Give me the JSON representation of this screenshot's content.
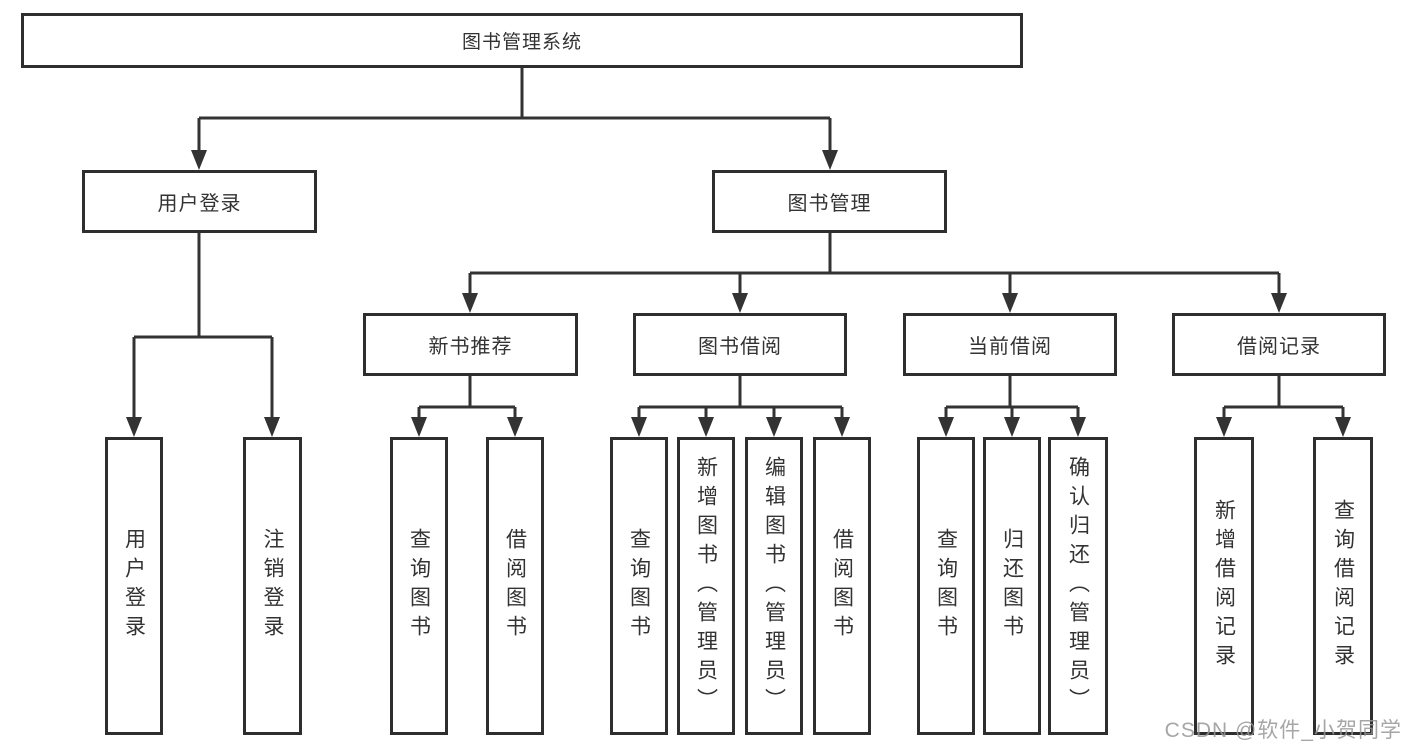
{
  "diagram": {
    "title": "图书管理系统",
    "nodes": {
      "root": "图书管理系统",
      "user_login": "用户登录",
      "book_mgmt": "图书管理",
      "login": "用户登录",
      "logout": "注销登录",
      "new_rec": "新书推荐",
      "borrow": "图书借阅",
      "current": "当前借阅",
      "records": "借阅记录",
      "nr_query": "查询图书",
      "nr_borrow": "借阅图书",
      "bb_query": "查询图书",
      "bb_add": "新增图书（管理员）",
      "bb_edit": "编辑图书（管理员）",
      "bb_borrow": "借阅图书",
      "cb_query": "查询图书",
      "cb_return": "归还图书",
      "cb_confirm": "确认归还（管理员）",
      "br_add": "新增借阅记录",
      "br_query": "查询借阅记录"
    },
    "structure": {
      "root": [
        "user_login",
        "book_mgmt"
      ],
      "user_login": [
        "login",
        "logout"
      ],
      "book_mgmt": [
        "new_rec",
        "borrow",
        "current",
        "records"
      ],
      "new_rec": [
        "nr_query",
        "nr_borrow"
      ],
      "borrow": [
        "bb_query",
        "bb_add",
        "bb_edit",
        "bb_borrow"
      ],
      "current": [
        "cb_query",
        "cb_return",
        "cb_confirm"
      ],
      "records": [
        "br_add",
        "br_query"
      ]
    },
    "line_color": "#333333",
    "border_color": "#2e2e2e",
    "text_color": "#333333",
    "watermark": "CSDN @软件_小贺同学",
    "watermark_color": "#969696"
  }
}
